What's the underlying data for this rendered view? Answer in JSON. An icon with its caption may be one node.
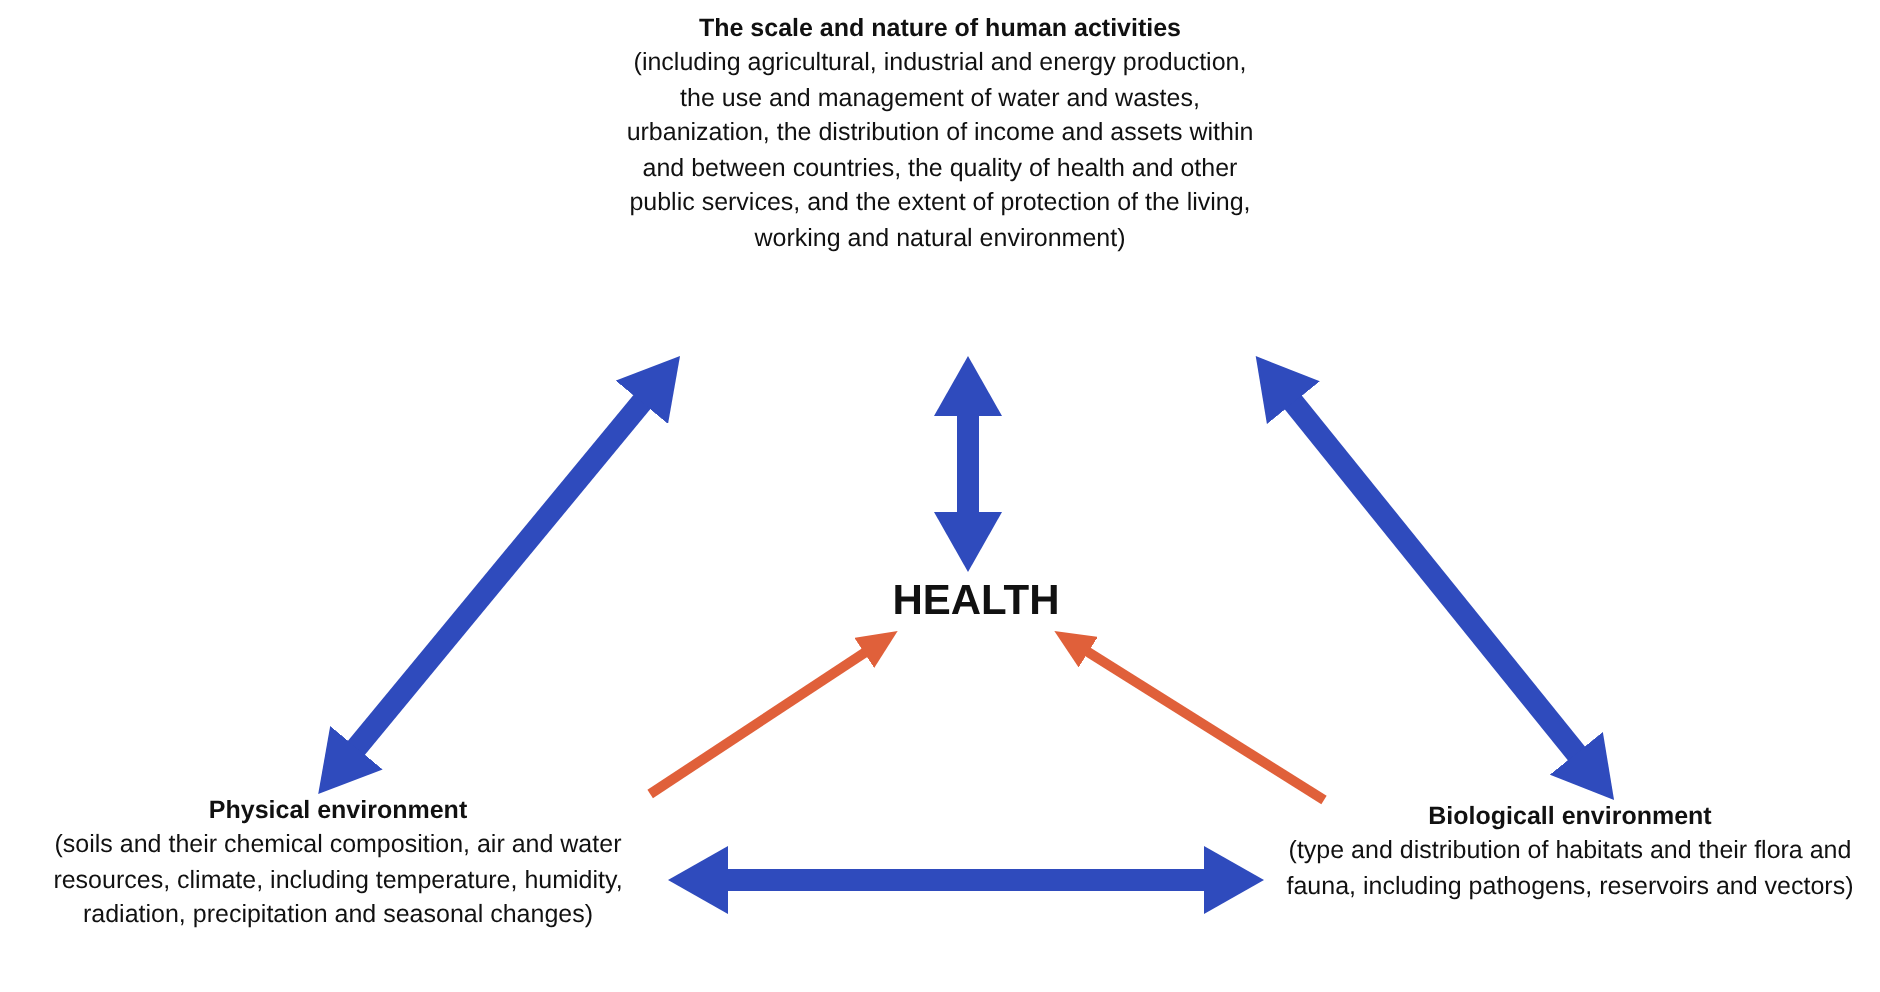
{
  "diagram": {
    "nodes": [
      {
        "text": [
          "The scale and nature of human activities",
          "(including agricultural, industrial and energy production, the use and management of water and wastes, urbanization, the distribution of income and assets within and between countries, the quality of health and other public services, and the extent of protection of the living, working and natural environment)"
        ]
      },
      {
        "text": [
          "HEALTH"
        ]
      },
      {
        "text": [
          "Physical environment",
          "(soils and their chemical composition, air and water resources, climate, including temperature, humidity, radiation, precipitation and seasonal changes)"
        ]
      },
      {
        "text": [
          "Biologicall environment",
          "(type and distribution of habitats and their flora and fauna, including pathogens, reservoirs and vectors)"
        ]
      }
    ],
    "edges": [
      {
        "from": 0,
        "to": 2,
        "arrow": "both"
      },
      {
        "from": 0,
        "to": 1,
        "arrow": "both"
      },
      {
        "from": 0,
        "to": 3,
        "arrow": "both"
      },
      {
        "from": 2,
        "to": 1,
        "arrow": "to",
        "color": "#e0603a"
      },
      {
        "from": 3,
        "to": 1,
        "arrow": "to",
        "color": "#e0603a"
      },
      {
        "from": 2,
        "to": 3,
        "arrow": "both"
      }
    ]
  }
}
